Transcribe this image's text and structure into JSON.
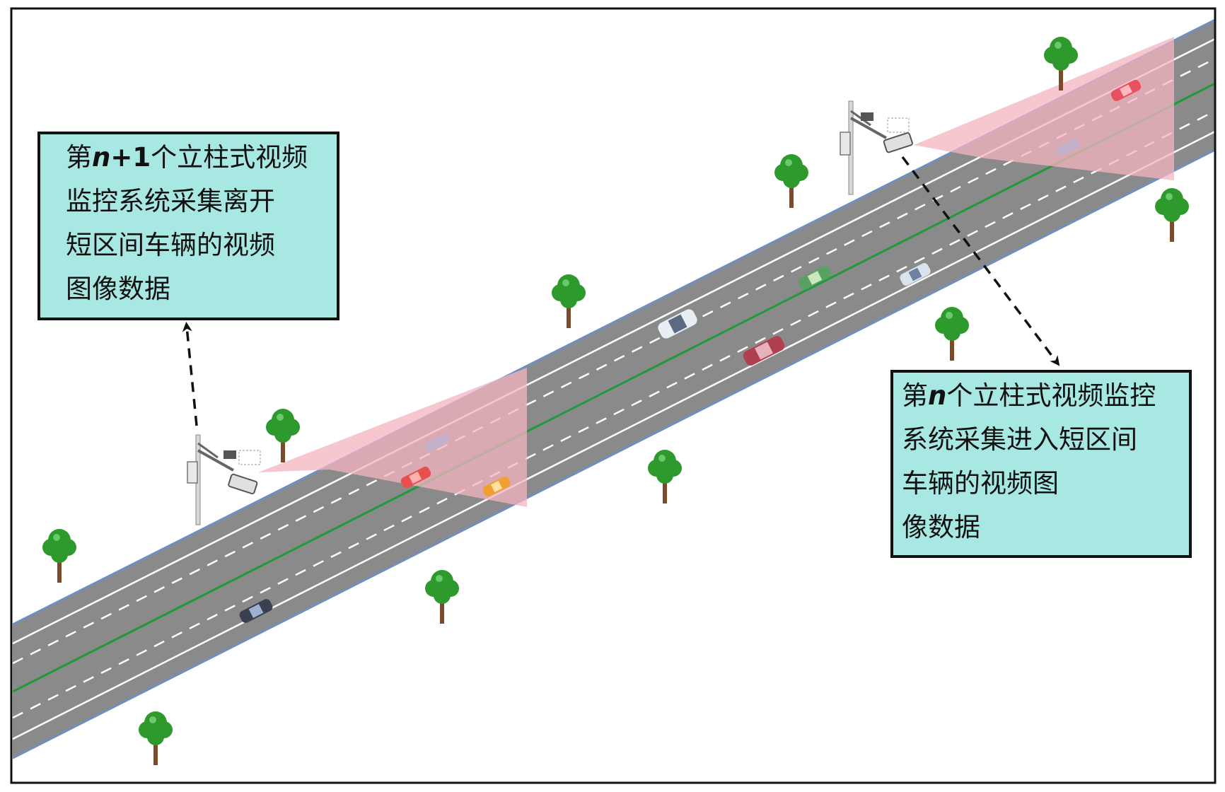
{
  "callout_left": {
    "lines": [
      {
        "pre": "第",
        "var": "n",
        "post_bold": "+1",
        "rest": "个立柱式视频"
      },
      {
        "text": "监控系统采集离开"
      },
      {
        "text": "短区间车辆的视频"
      },
      {
        "text": "图像数据"
      }
    ]
  },
  "callout_right": {
    "lines": [
      {
        "pre": "第",
        "var": "n",
        "rest": "个立柱式视频监控"
      },
      {
        "text": "系统采集进入短区间"
      },
      {
        "text": "车辆的视频图"
      },
      {
        "text": "像数据"
      }
    ]
  },
  "colors": {
    "road": "#8a8a8a",
    "road_edge": "#6f8fc0",
    "median_line": "#1f9a3a",
    "lane_dash": "#ffffff",
    "camera_zone": "#f4b4c0",
    "callout_fill": "#a8e8e2",
    "tree_leaf": "#2e9a2e",
    "tree_trunk": "#7a4a2a"
  },
  "icons": [
    "tree-icon",
    "camera-pole-icon",
    "car-icon"
  ]
}
